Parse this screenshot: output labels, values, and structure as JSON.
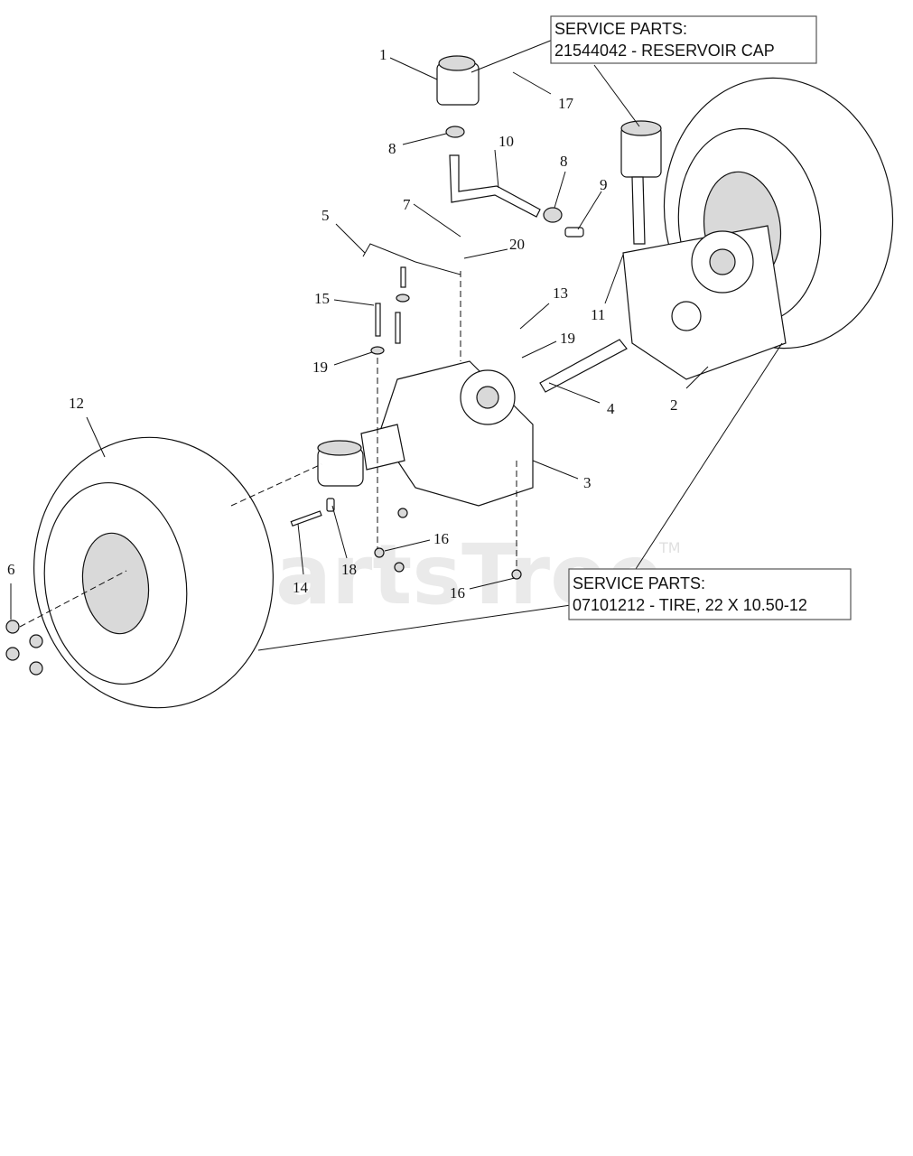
{
  "callouts": {
    "reservoir": {
      "line1": "SERVICE PARTS:",
      "line2": "21544042 - RESERVOIR CAP"
    },
    "tire": {
      "line1": "SERVICE PARTS:",
      "line2": "07101212 - TIRE, 22 X 10.50-12"
    }
  },
  "labels": {
    "n1": "1",
    "n2": "2",
    "n3": "3",
    "n4": "4",
    "n5": "5",
    "n6": "6",
    "n7": "7",
    "n8a": "8",
    "n8b": "8",
    "n9": "9",
    "n10": "10",
    "n11": "11",
    "n12": "12",
    "n13": "13",
    "n14": "14",
    "n15": "15",
    "n16a": "16",
    "n16b": "16",
    "n17": "17",
    "n18": "18",
    "n19a": "19",
    "n19b": "19",
    "n20": "20"
  },
  "watermark": {
    "text": "PartsTree",
    "tm": "TM"
  }
}
